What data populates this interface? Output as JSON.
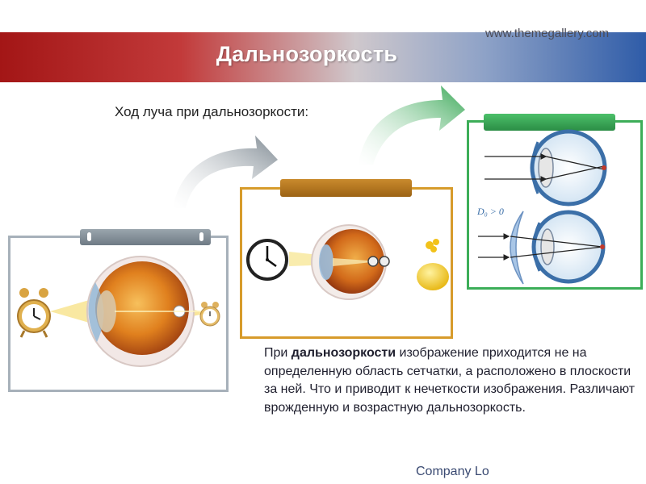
{
  "header": {
    "title": "Дальнозоркость",
    "website": "www.themegallery.com"
  },
  "subtitle": "Ход луча при дальнозоркости:",
  "diagram_labels": {
    "lens_power": "D₀ > 0"
  },
  "description": {
    "before": "При ",
    "bold": "дальнозоркости",
    "after": " изображение приходится не на определенную область сетчатки, а расположено в плоскости за ней. Что и приводит к нечеткости изображения. Различают врожденную и возрастную дальнозоркость."
  },
  "footer": {
    "company": "Company Lo"
  },
  "colors": {
    "frame1": "#a7b1ba",
    "frame2": "#d79b2b",
    "frame3": "#3cae58",
    "title_gradient_start": "#a31616",
    "title_gradient_end": "#2f5ca8"
  },
  "icons": [
    "alarm-clock-icon",
    "wall-clock-icon",
    "eyeball-icon",
    "arrow-icon",
    "converging-lens-icon"
  ]
}
